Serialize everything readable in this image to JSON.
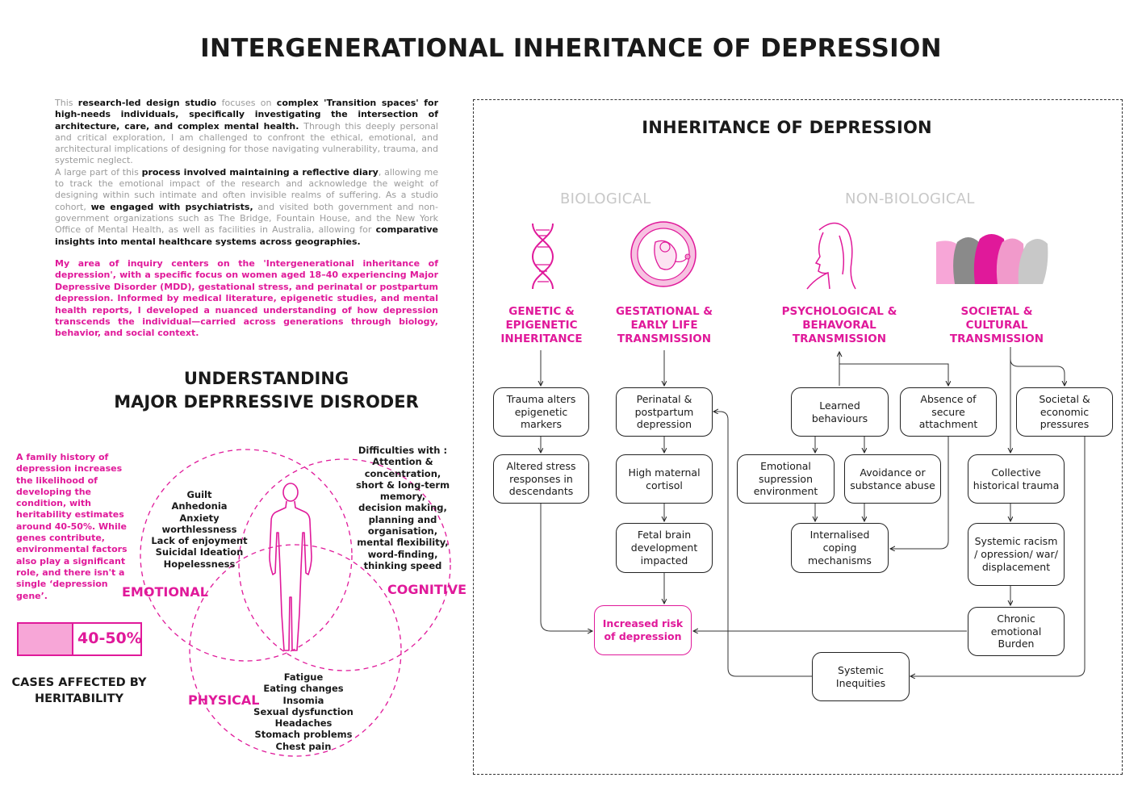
{
  "title": "INTERGENERATIONAL INHERITANCE OF DEPRESSION",
  "intro": {
    "p1": [
      {
        "t": "This ",
        "s": "grey"
      },
      {
        "t": "research-led design studio ",
        "s": "dark"
      },
      {
        "t": "focuses on ",
        "s": "grey"
      },
      {
        "t": "complex 'Transition spaces' for high-needs individuals, specifically investigating the intersection of architecture, care, and complex mental health. ",
        "s": "dark"
      },
      {
        "t": "Through this deeply personal and critical exploration, I am challenged to confront the ethical, emotional, and architectural implications of designing for those navigating vulnerability, trauma, and systemic neglect.",
        "s": "grey"
      }
    ],
    "p2": [
      {
        "t": "A large part of this ",
        "s": "grey"
      },
      {
        "t": "process involved maintaining a reflective diary",
        "s": "dark"
      },
      {
        "t": ", allowing me to track the emotional impact of the research and acknowledge the weight of designing within such intimate and often invisible realms of suffering. As a studio cohort, ",
        "s": "grey"
      },
      {
        "t": "we engaged with psychiatrists,",
        "s": "dark"
      },
      {
        "t": " and visited both government and non-government organizations such as The Bridge, Fountain House, and the New York Office of Mental Health, as well as facilities in Australia, allowing for ",
        "s": "grey"
      },
      {
        "t": "comparative insights into mental healthcare systems across geographies.",
        "s": "dark"
      }
    ]
  },
  "inquiry": "My area of inquiry centers on the 'Intergenerational inheritance of depression', with a specific focus on women aged 18–40 experiencing Major Depressive Disorder (MDD), gestational stress, and perinatal or postpartum depression. Informed by medical literature, epigenetic studies, and mental health reports, I developed a nuanced understanding of how depression transcends the individual—carried across generations through biology, behavior, and social context.",
  "mdd": {
    "title_line1": "UNDERSTANDING",
    "title_line2": "MAJOR DEPRRESSIVE DISRODER",
    "family_note": "A family history of depression increases the likelihood of developing the condition, with heritability estimates around 40-50%. While genes contribute, environmental factors also play a significant role, and there isn't a single ‘depression gene’.",
    "heritability": {
      "value_label": "40-50%",
      "fill_fraction": 0.45,
      "label_line1": "CASES AFFECTED BY",
      "label_line2": "HERITABILITY"
    },
    "emotional": {
      "label": "EMOTIONAL",
      "items": [
        "Guilt",
        "Anhedonia",
        "Anxiety",
        "worthlessness",
        "Lack of enjoyment",
        "Suicidal Ideation",
        "Hopelessness"
      ]
    },
    "cognitive": {
      "label": "COGNITIVE",
      "items": [
        "Difficulties with :",
        "Attention &",
        "concentration,",
        "short & long-term",
        "memory,",
        "decision making,",
        "planning and",
        "organisation,",
        "mental flexibility,",
        "word-finding,",
        "thinking speed"
      ]
    },
    "physical": {
      "label": "PHYSICAL",
      "items": [
        "Fatigue",
        "Eating changes",
        "Insomia",
        "Sexual dysfunction",
        "Headaches",
        "Stomach problems",
        "Chest pain"
      ]
    }
  },
  "diagram": {
    "title": "INHERITANCE OF DEPRESSION",
    "biological": "BIOLOGICAL",
    "non_biological": "NON-BIOLOGICAL",
    "columns": {
      "genetic": [
        "GENETIC &",
        "EPIGENETIC",
        "INHERITANCE"
      ],
      "gestational": [
        "GESTATIONAL &",
        "EARLY LIFE",
        "TRANSMISSION"
      ],
      "psych": [
        "PSYCHOLOGICAL &",
        "BEHAVORAL",
        "TRANSMISSION"
      ],
      "societal": [
        "SOCIETAL &",
        "CULTURAL",
        "TRANSMISSION"
      ]
    },
    "nodes": {
      "trauma": "Trauma alters epigenetic markers",
      "altered": "Altered stress responses in descendants",
      "perinatal": "Perinatal & postpartum depression",
      "cortisol": "High maternal cortisol",
      "fetal": "Fetal brain development impacted",
      "increased": "Increased risk of depression",
      "learned": "Learned behaviours",
      "absence": "Absence of secure attachment",
      "emotional_sup": "Emotional supression environment",
      "avoidance": "Avoidance or substance abuse",
      "internalised": "Internalised coping mechanisms",
      "societal_econ": "Societal & economic pressures",
      "collective": "Collective historical trauma",
      "systemic_racism": "Systemic racism / opression/ war/ displacement",
      "chronic": "Chronic emotional Burden",
      "inequities": "Systemic Inequities"
    },
    "colors": {
      "accent": "#e0199a",
      "light_pink": "#f7a6d7",
      "muted": "#c8c8c8"
    }
  }
}
